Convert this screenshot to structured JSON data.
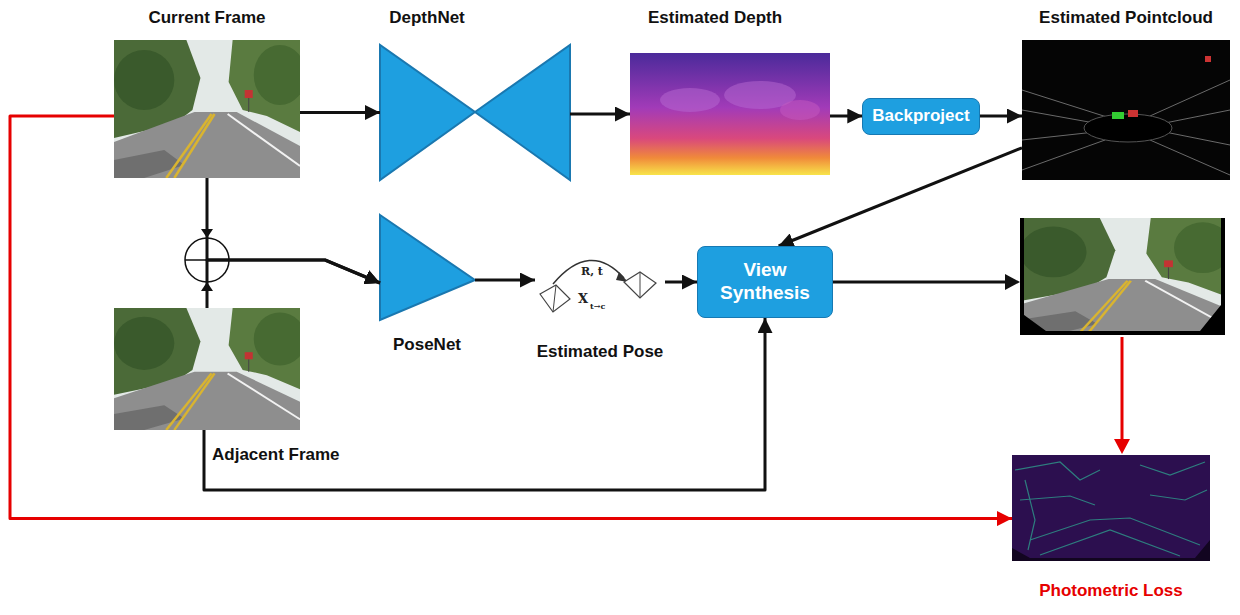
{
  "diagram": {
    "nodes": [
      {
        "text": [
          "Current Frame"
        ]
      },
      {
        "text": [
          "DepthNet"
        ]
      },
      {
        "text": [
          "Estimated Depth"
        ]
      },
      {
        "text": [
          "Backproject"
        ]
      },
      {
        "text": [
          "Estimated Pointcloud"
        ]
      },
      {
        "text": [
          "PoseNet"
        ]
      },
      {
        "text": [
          "Estimated Pose"
        ]
      },
      {
        "text": [
          "View Synthesis"
        ]
      },
      {
        "text": [
          "Adjacent Frame"
        ]
      },
      {
        "text": [
          "Photometric Loss"
        ]
      }
    ],
    "edges": [
      {
        "from": 0,
        "to": 1,
        "arrow": "to"
      },
      {
        "from": 1,
        "to": 2,
        "arrow": "to"
      },
      {
        "from": 2,
        "to": 3,
        "arrow": "to"
      },
      {
        "from": 3,
        "to": 4,
        "arrow": "to"
      },
      {
        "from": 4,
        "to": 7,
        "arrow": "to"
      },
      {
        "from": 0,
        "to": 5,
        "arrow": "to"
      },
      {
        "from": 8,
        "to": 5,
        "arrow": "to"
      },
      {
        "from": 5,
        "to": 6,
        "arrow": "to"
      },
      {
        "from": 6,
        "to": 7,
        "arrow": "to"
      },
      {
        "from": 8,
        "to": 7,
        "arrow": "to"
      },
      {
        "from": 0,
        "to": 9,
        "arrow": "to"
      }
    ],
    "labels": [
      "R, t",
      "X",
      "t→c"
    ]
  }
}
